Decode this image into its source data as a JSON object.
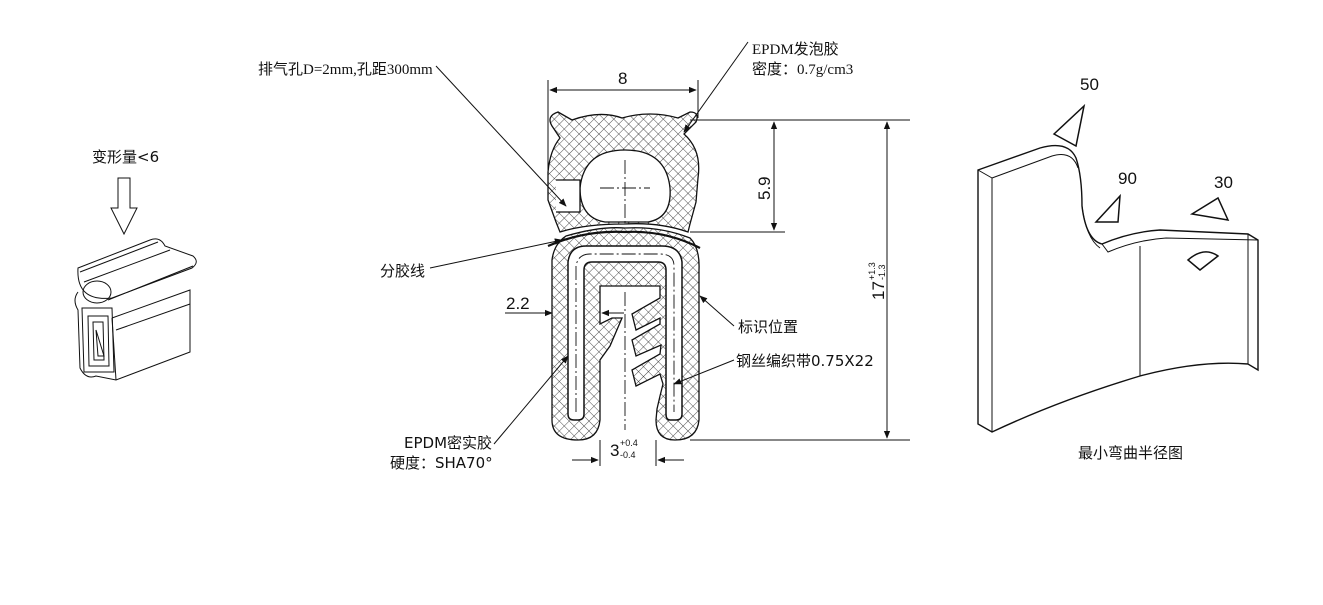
{
  "left_view": {
    "deformation_label": "变形量<6"
  },
  "profile": {
    "width_dim": "8",
    "height_dim_foam": "5.9",
    "total_height_base": "17",
    "total_height_tol_plus": "+1.3",
    "total_height_tol_minus": "-1.3",
    "wall_dim": "2.2",
    "gap_dim_base": "3",
    "gap_tol_plus": "+0.4",
    "gap_tol_minus": "-0.4"
  },
  "callouts": {
    "vent_hole": "排气孔D=2mm,孔距300mm",
    "foam_material": "EPDM发泡胶",
    "foam_density": "密度：0.7g/cm3",
    "parting_line": "分胶线",
    "marking_position": "标识位置",
    "steel_wire": "钢丝编织带0.75X22",
    "solid_material": "EPDM密实胶",
    "solid_hardness": "硬度：SHA70°"
  },
  "bend_view": {
    "title": "最小弯曲半径图",
    "radius_1": "50",
    "radius_2": "90",
    "radius_3": "30"
  }
}
